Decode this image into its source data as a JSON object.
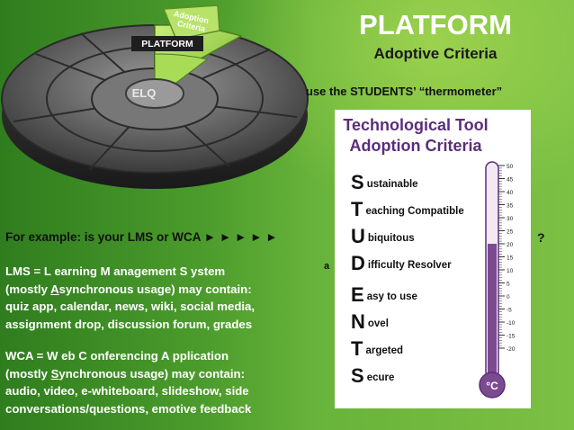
{
  "slide": {
    "title": "PLATFORM",
    "subtitle": "Adoptive Criteria",
    "instruction": "use the STUDENTS’ “thermometer”"
  },
  "wheel": {
    "center_label": "ELQ",
    "segment_label": "PLATFORM",
    "tab_label_1": "Adoption",
    "tab_label_2": "Criteria"
  },
  "card": {
    "title_line1": "Technological Tool",
    "title_line2": "Adoption Criteria",
    "items": [
      {
        "letter": "S",
        "rest": "ustainable"
      },
      {
        "letter": "T",
        "rest": "eaching Compatible"
      },
      {
        "letter": "U",
        "rest": "biquitous"
      },
      {
        "letter": "D",
        "rest": "ifficulty Resolver"
      },
      {
        "letter": "E",
        "rest": "asy to use"
      },
      {
        "letter": "N",
        "rest": "ovel"
      },
      {
        "letter": "T",
        "rest": "argeted"
      },
      {
        "letter": "S",
        "rest": "ecure"
      }
    ],
    "a_label": "a"
  },
  "thermometer": {
    "unit": "°C",
    "scale": [
      "50",
      "45",
      "40",
      "35",
      "30",
      "25",
      "20",
      "15",
      "10",
      "5",
      "0",
      "-5",
      "-10",
      "-15",
      "-20"
    ],
    "level_celsius": 20,
    "fill_color": "#7b4a8f",
    "tube_color": "#f2e9f4"
  },
  "example": {
    "text": "For example: is your LMS or WCA ► ► ► ► ►",
    "question_mark": "?"
  },
  "lms": {
    "line1": "LMS  =  L earning   M anagement   S ystem",
    "line2_a": "(mostly ",
    "line2_u": "A",
    "line2_b": "synchronous usage) may contain:",
    "line3": "quiz app, calendar, news, wiki, social media,",
    "line4": "assignment drop, discussion forum, grades"
  },
  "wca": {
    "line1": "WCA  =  W eb   C onferencing   A pplication",
    "line2_a": "(mostly ",
    "line2_u": "S",
    "line2_b": "ynchronous usage) may contain:",
    "line3": "audio, video, e-whiteboard, slideshow, side",
    "line4": "conversations/questions, emotive feedback"
  },
  "colors": {
    "background": "#6fb63f",
    "card_title": "#5b2d7c",
    "thermo_fill": "#7b4a8f",
    "wheel_highlight": "#8cc63f"
  }
}
